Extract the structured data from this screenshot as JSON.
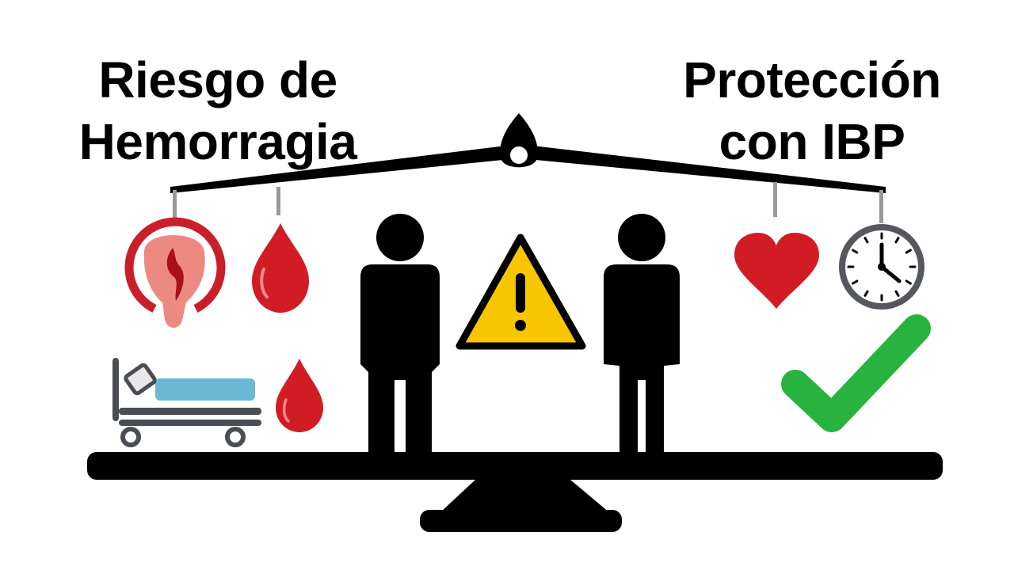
{
  "left_title": {
    "line1": "Riesgo de",
    "line2": "Hemorragia"
  },
  "right_title": {
    "line1": "Protección",
    "line2": "con IBP"
  },
  "icons": {
    "left": [
      "stomach-icon",
      "blood-drop-icon",
      "hospital-bed-icon",
      "blood-drop-icon"
    ],
    "center": [
      "person-icon",
      "warning-icon",
      "person-icon"
    ],
    "right": [
      "heart-icon",
      "clock-icon",
      "checkmark-icon"
    ],
    "scale": "balance-scale-icon"
  },
  "colors": {
    "blood": "#d21c24",
    "check": "#27b33d",
    "warning": "#f7c600",
    "bed_sheet": "#6bb8d4",
    "scale": "#000000"
  }
}
